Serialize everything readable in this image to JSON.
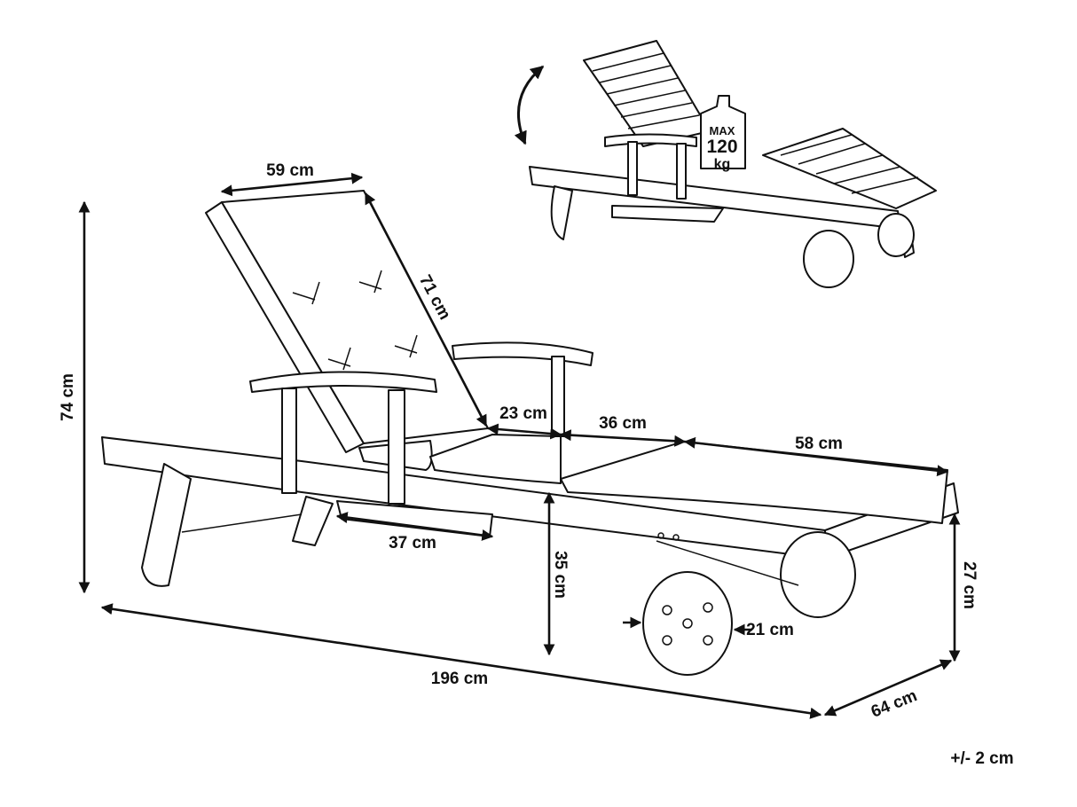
{
  "dimensions": {
    "backrest_width": "59 cm",
    "backrest_length": "71 cm",
    "total_height": "74 cm",
    "seat_segment_1": "23 cm",
    "seat_segment_2": "36 cm",
    "seat_segment_3": "58 cm",
    "shelf_length": "37 cm",
    "seat_height": "35 cm",
    "rear_height": "27 cm",
    "wheel_diameter": "21 cm",
    "total_length": "196 cm",
    "total_width": "64 cm"
  },
  "tolerance": "+/- 2 cm",
  "load_badge": {
    "line1": "MAX",
    "line2": "120",
    "line3": "kg"
  }
}
